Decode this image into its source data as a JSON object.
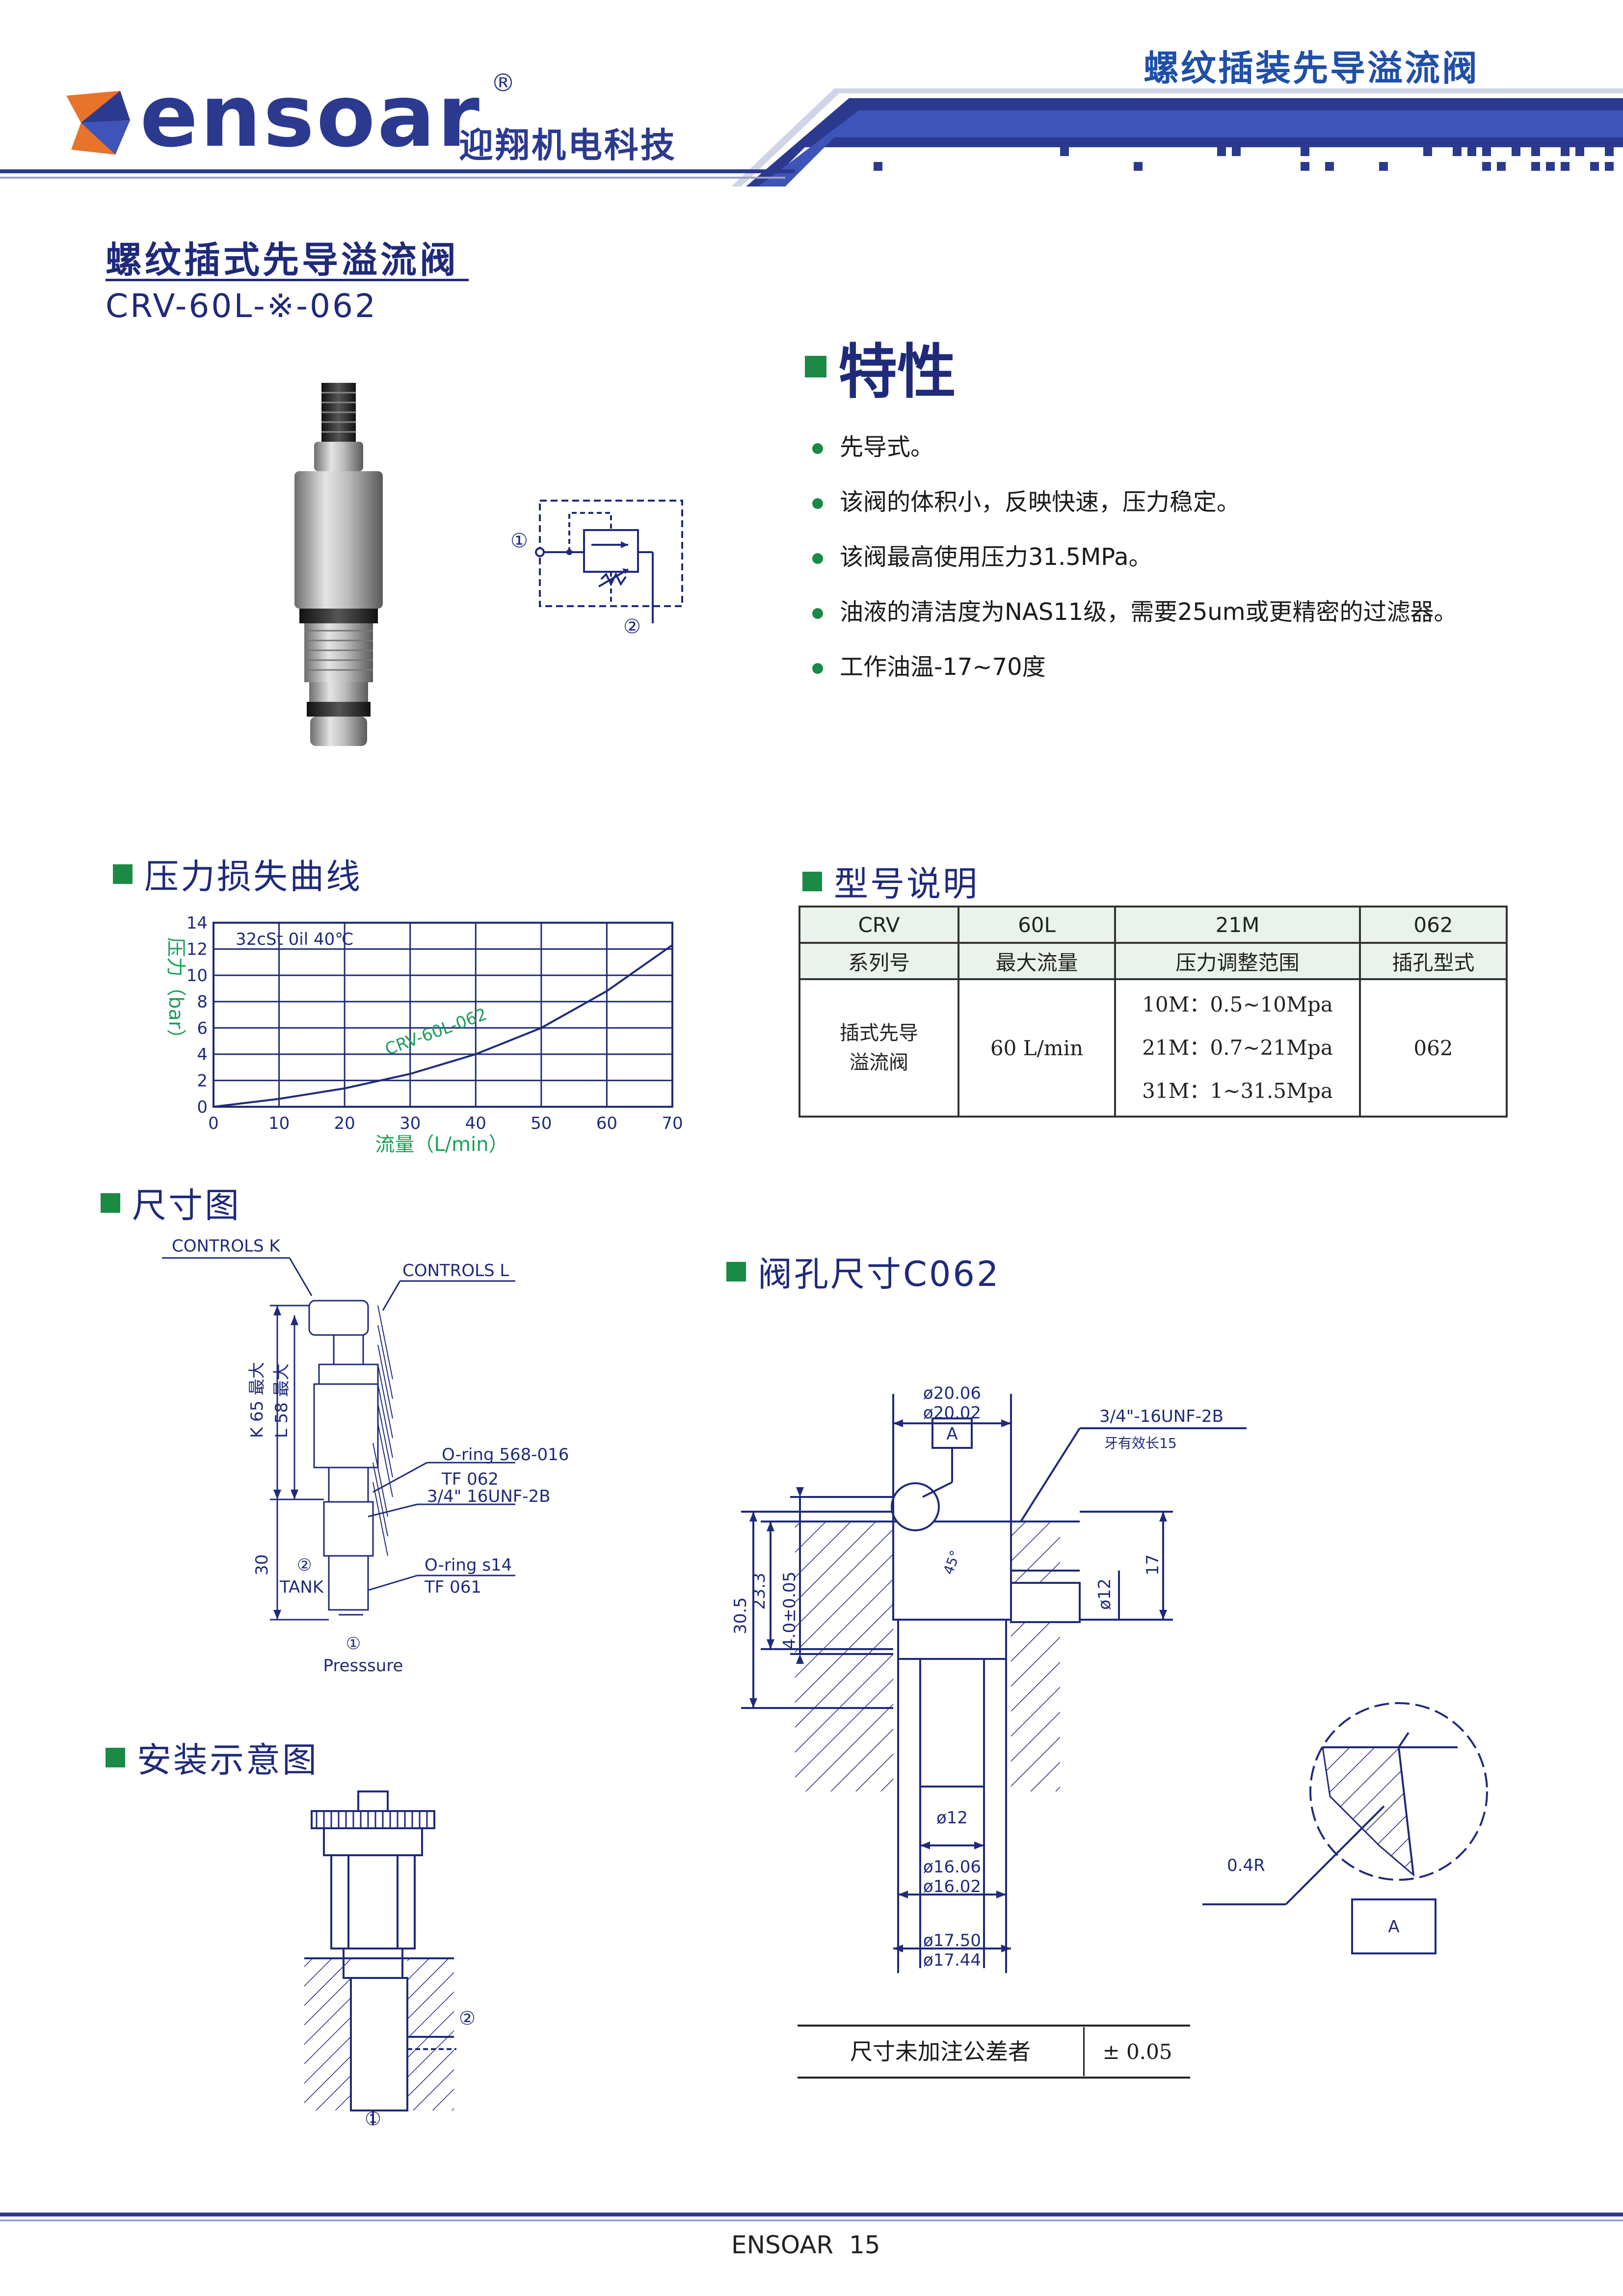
{
  "header": {
    "brand_logo": "ensoar",
    "brand_cn": "迎翔机电科技",
    "page_heading": "螺纹插装先导溢流阀"
  },
  "product": {
    "name": "螺纹插式先导溢流阀",
    "model": "CRV-60L-※-062"
  },
  "features": {
    "title": "特性",
    "items": [
      "先导式。",
      "该阀的体积小，反映快速，压力稳定。",
      "该阀最高使用压力31.5MPa。",
      "油液的清洁度为NAS11级，需要25um或更精密的过滤器。",
      "工作油温-17~70度"
    ]
  },
  "symbol": {
    "port1": "①",
    "port2": "②"
  },
  "pressure_curve": {
    "title": "压力损失曲线",
    "ylabel": "压力（bar）",
    "xlabel": "流量（L/min）",
    "note": "32cSt 0il 40℃",
    "curve_label": "CRV-60L-062"
  },
  "chart_data": {
    "type": "line",
    "xlim": [
      0,
      70
    ],
    "ylim": [
      0,
      14
    ],
    "x_ticks": [
      "0",
      "10",
      "20",
      "30",
      "40",
      "50",
      "60",
      "70"
    ],
    "y_ticks": [
      "0",
      "2",
      "4",
      "6",
      "8",
      "10",
      "12",
      "14"
    ],
    "grid": true,
    "series": [
      {
        "name": "CRV-60L-062",
        "x": [
          0,
          10,
          20,
          30,
          40,
          50,
          60,
          70
        ],
        "y": [
          0,
          0.6,
          1.4,
          2.5,
          4.0,
          6.0,
          8.8,
          12.3
        ]
      }
    ]
  },
  "model_table": {
    "title": "型号说明",
    "codes": [
      "CRV",
      "60L",
      "21M",
      "062"
    ],
    "headers": [
      "系列号",
      "最大流量",
      "压力调整范围",
      "插孔型式"
    ],
    "series_desc": [
      "插式先导",
      "溢流阀"
    ],
    "max_flow": "60 L/min",
    "pressure_ranges": [
      "10M：0.5~10Mpa",
      "21M：0.7~21Mpa",
      "31M：1~31.5Mpa"
    ],
    "cavity": "062"
  },
  "dimensions": {
    "title": "尺寸图",
    "controls_k": "CONTROLS K",
    "controls_l": "CONTROLS L",
    "k_label": "K 65 最大",
    "l_label": "L 58 最大",
    "oring1": "O-ring 568-016",
    "tf1": "TF 062",
    "thread": "3/4\" 16UNF-2B",
    "oring2": "O-ring s14",
    "tf2": "TF 061",
    "dim_30": "30",
    "port2": "②",
    "tank": "TANK",
    "port1": "①",
    "pressure": "Presssure"
  },
  "cavity": {
    "title": "阀孔尺寸C062",
    "d1a": "ø20.06",
    "d1b": "ø20.02",
    "datum": "A",
    "thread": "3/4\"-16UNF-2B",
    "thread_note": "牙有效长15",
    "angle": "45°",
    "d12": "ø12",
    "d12b": "ø12",
    "d2a": "ø16.06",
    "d2b": "ø16.02",
    "d3a": "ø17.50",
    "d3b": "ø17.44",
    "h1": "30.5",
    "h2": "23.3",
    "h3": "4.0±0.05",
    "h4": "17",
    "radius": "0.4R",
    "datum_box": "A"
  },
  "tolerance": {
    "label": "尺寸未加注公差者",
    "value": "± 0.05"
  },
  "install": {
    "title": "安装示意图",
    "port2": "②",
    "port1": "①"
  },
  "footer": {
    "text": "ENSOAR  15"
  }
}
